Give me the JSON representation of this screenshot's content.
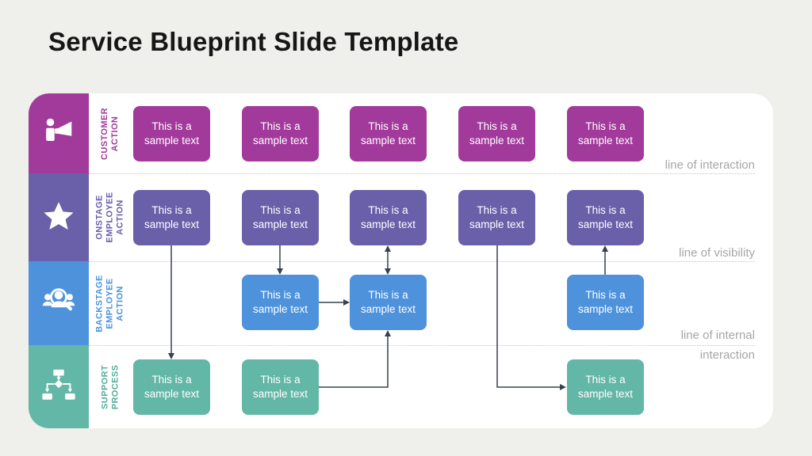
{
  "slide": {
    "title": "Service Blueprint Slide Template"
  },
  "rows": [
    {
      "name": "customer-action",
      "label": "CUSTOMER\nACTION",
      "icon": "megaphone-icon",
      "color": "#A23A9B",
      "boxes": [
        {
          "text": "This is a sample text"
        },
        {
          "text": "This is a sample text"
        },
        {
          "text": "This is a sample text"
        },
        {
          "text": "This is a sample text"
        },
        {
          "text": "This is a sample text"
        }
      ]
    },
    {
      "name": "onstage-employee-action",
      "label": "ONSTAGE\nEMPLOYEE\nACTION",
      "icon": "star-icon",
      "color": "#6A5FA9",
      "boxes": [
        {
          "text": "This is a sample text"
        },
        {
          "text": "This is a sample text"
        },
        {
          "text": "This is a sample text"
        },
        {
          "text": "This is a sample text"
        },
        {
          "text": "This is a sample text"
        }
      ]
    },
    {
      "name": "backstage-employee-action",
      "label": "BACKSTAGE\nEMPLOYEE\nACTION",
      "icon": "team-search-icon",
      "color": "#4E92DC",
      "boxes": [
        {
          "text": "This is a sample text"
        },
        {
          "text": "This is a sample text"
        },
        {
          "text": "This is a sample text"
        }
      ]
    },
    {
      "name": "support-process",
      "label": "SUPPORT\nPROCESS",
      "icon": "org-chart-icon",
      "color": "#63B7A6",
      "boxes": [
        {
          "text": "This is a sample text"
        },
        {
          "text": "This is a sample text"
        },
        {
          "text": "This is a sample text"
        }
      ]
    }
  ],
  "separators": [
    {
      "label": "line of interaction"
    },
    {
      "label": "line of visibility"
    },
    {
      "label": "line of internal interaction"
    }
  ],
  "colors": {
    "background": "#EFEFEC",
    "panel": "#FFFFFF",
    "customer": "#A23A9B",
    "onstage": "#6A5FA9",
    "backstage": "#4E92DC",
    "support": "#63B7A6",
    "arrow": "#39404E",
    "separator_label": "#A6A6A6",
    "dashed_line": "#C4C4C4"
  }
}
